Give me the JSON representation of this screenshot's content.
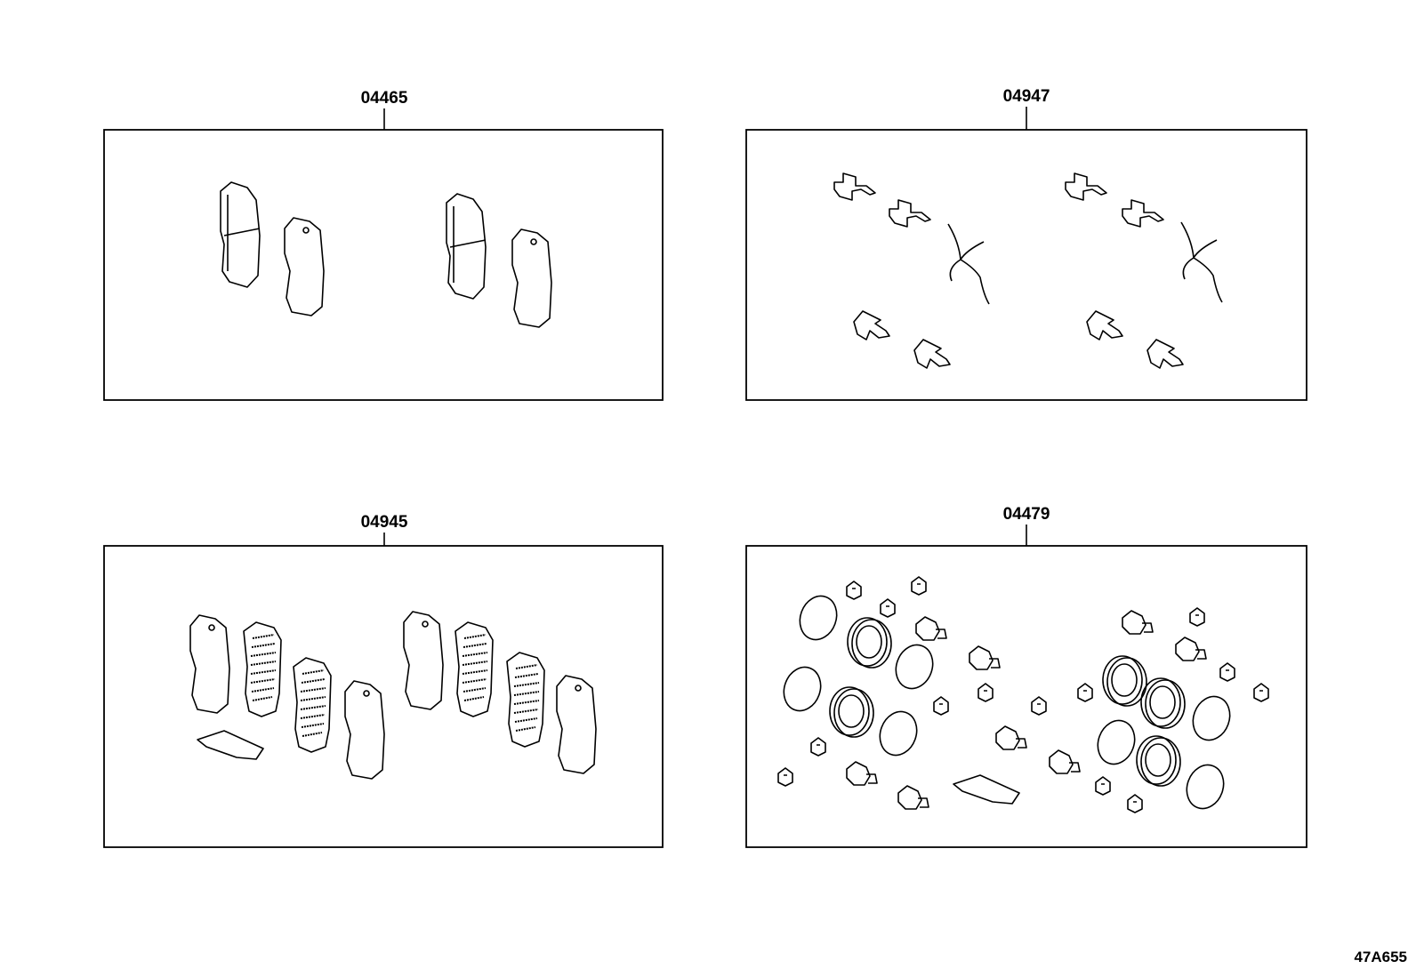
{
  "kits": [
    {
      "part_number": "04465"
    },
    {
      "part_number": "04947"
    },
    {
      "part_number": "04945"
    },
    {
      "part_number": "04479"
    }
  ],
  "illustration_code": "47A655",
  "colors": {
    "line": "#000000",
    "background": "#ffffff"
  }
}
